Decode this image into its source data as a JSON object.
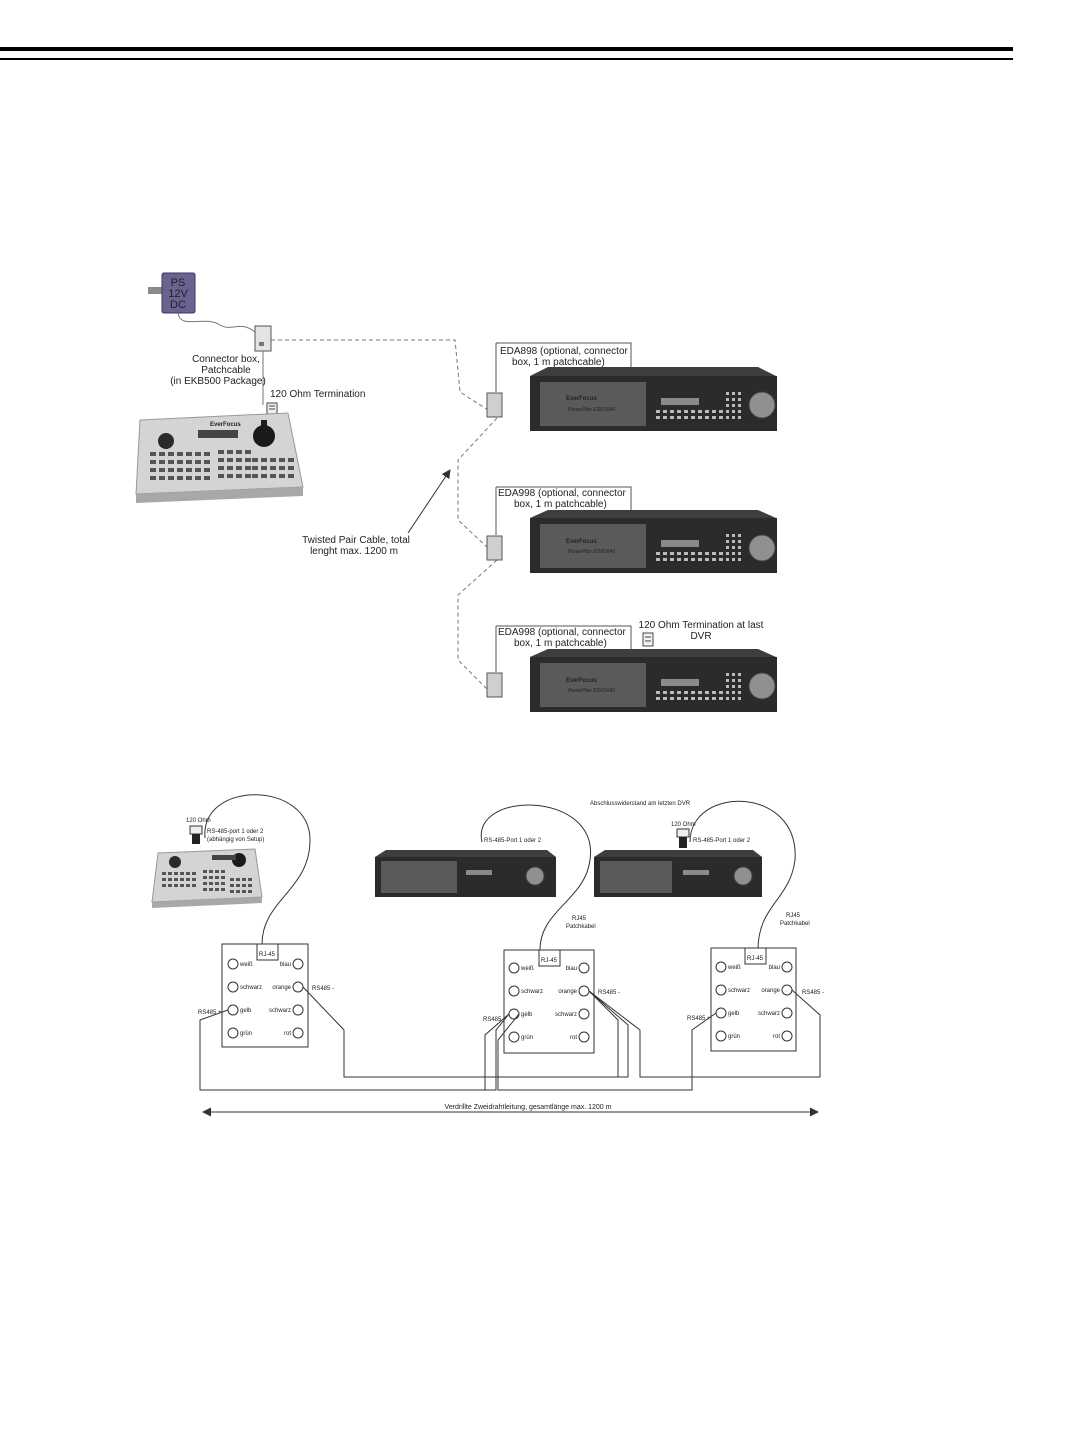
{
  "top": {
    "psu": {
      "line1": "PS",
      "line2": "12V",
      "line3": "DC"
    },
    "connector_box_label": [
      "Connector box,",
      "Patchcable",
      "(in EKB500 Package)"
    ],
    "keyboard_termination_label": "120 Ohm Termination",
    "twisted_pair_label": [
      "Twisted Pair Cable, total",
      "lenght max. 1200 m"
    ],
    "keyboard_brand": "EverFocus",
    "dvrs": [
      {
        "callout": [
          "EDA898 (optional, connector",
          "box, 1 m patchcable)"
        ],
        "brand": "EverFocus",
        "model": "PowerPlex EDR1640"
      },
      {
        "callout": [
          "EDA998 (optional, connector",
          "box, 1 m patchcable)"
        ],
        "brand": "EverFocus",
        "model": "PowerPlex EDR1640"
      },
      {
        "callout": [
          "EDA998 (optional, connector",
          "box, 1 m patchcable)"
        ],
        "brand": "EverFocus",
        "model": "PowerPlex EDR1640"
      }
    ],
    "last_termination_label": [
      "120 Ohm Termination at last",
      "DVR"
    ]
  },
  "bottom": {
    "keyboard_term": "120 Ohm",
    "keyboard_port": [
      "RS-485-port 1 oder 2",
      "(abhängig von Setup)"
    ],
    "dvr1_port": "RS-485-Port 1 oder 2",
    "dvr2_header": "Abschlusswiderstand am letzten DVR",
    "dvr2_term": "120 Ohm",
    "dvr2_port": "RS-485-Port 1 oder 2",
    "patch_label": [
      "RJ45",
      "Patchkabel"
    ],
    "boxes": [
      {
        "rj": "RJ-45",
        "left": [
          "weiß",
          "schwarz",
          "gelb",
          "grün"
        ],
        "right": [
          "blau",
          "orange",
          "schwarz",
          "rot"
        ],
        "plus": "RS485 +",
        "minus": "RS485 -"
      },
      {
        "rj": "RJ-45",
        "left": [
          "weiß",
          "schwarz",
          "gelb",
          "grün"
        ],
        "right": [
          "blau",
          "orange",
          "schwarz",
          "rot"
        ],
        "plus": "RS485",
        "minus": "RS485 -"
      },
      {
        "rj": "RJ-45",
        "left": [
          "weiß",
          "schwarz",
          "gelb",
          "grün"
        ],
        "right": [
          "blau",
          "orange",
          "schwarz",
          "rot"
        ],
        "plus": "RS485 +",
        "minus": "RS485 -"
      }
    ],
    "length_label": "Verdrillte Zweidrahtleitung, gesamtlänge max. 1200 m"
  },
  "colors": {
    "psu_fill": "#6a6392",
    "dvr_body": "#2b2b2b",
    "keyboard_body": "#d6d6d6"
  }
}
